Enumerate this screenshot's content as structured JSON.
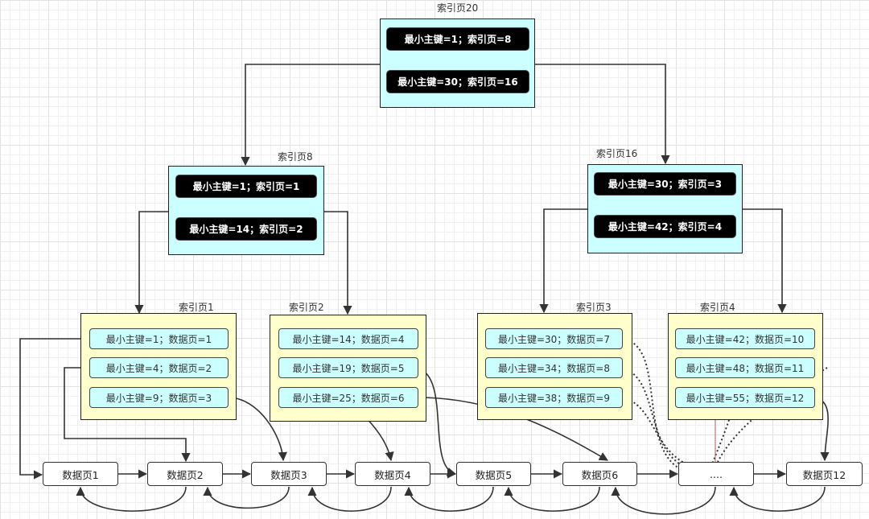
{
  "root": {
    "title": "索引页20",
    "entries": [
      "最小主键=1；索引页=8",
      "最小主键=30；索引页=16"
    ]
  },
  "level1": [
    {
      "title": "索引页8",
      "entries": [
        "最小主键=1；索引页=1",
        "最小主键=14；索引页=2"
      ]
    },
    {
      "title": "索引页16",
      "entries": [
        "最小主键=30；索引页=3",
        "最小主键=42；索引页=4"
      ]
    }
  ],
  "level2": [
    {
      "title": "索引页1",
      "entries": [
        "最小主键=1；数据页=1",
        "最小主键=4；数据页=2",
        "最小主键=9；数据页=3"
      ]
    },
    {
      "title": "索引页2",
      "entries": [
        "最小主键=14；数据页=4",
        "最小主键=19；数据页=5",
        "最小主键=25；数据页=6"
      ]
    },
    {
      "title": "索引页3",
      "entries": [
        "最小主键=30；数据页=7",
        "最小主键=34；数据页=8",
        "最小主键=38；数据页=9"
      ]
    },
    {
      "title": "索引页4",
      "entries": [
        "最小主键=42；数据页=10",
        "最小主键=48；数据页=11",
        "最小主键=55；数据页=12"
      ]
    }
  ],
  "data_pages": [
    "数据页1",
    "数据页2",
    "数据页3",
    "数据页4",
    "数据页5",
    "数据页6",
    "....",
    "数据页12"
  ],
  "colors": {
    "index_fill": "#ccffff",
    "leaf_index_fill": "#ffffcc",
    "pill_fill": "#000000",
    "line": "#333333"
  }
}
